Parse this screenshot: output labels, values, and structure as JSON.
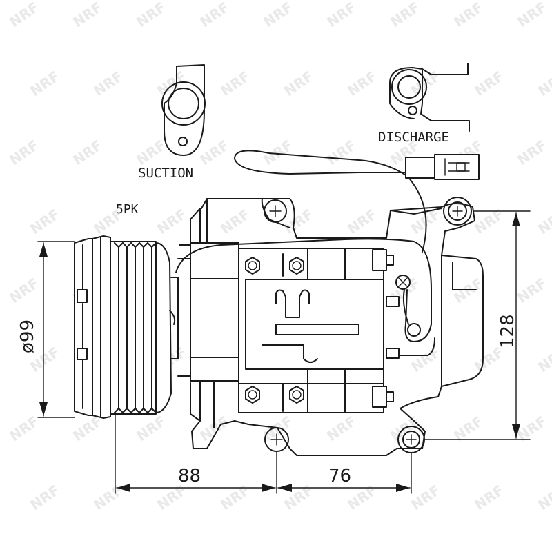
{
  "watermark": "NRF",
  "labels": {
    "suction": "SUCTION",
    "discharge": "DISCHARGE",
    "belt": "5PK"
  },
  "dimensions": {
    "diameter": "ø99",
    "height": "128",
    "width_left": "88",
    "width_right": "76"
  },
  "colors": {
    "line": "#1a1a1a",
    "watermark": "#e9e9e9",
    "background": "#ffffff"
  }
}
